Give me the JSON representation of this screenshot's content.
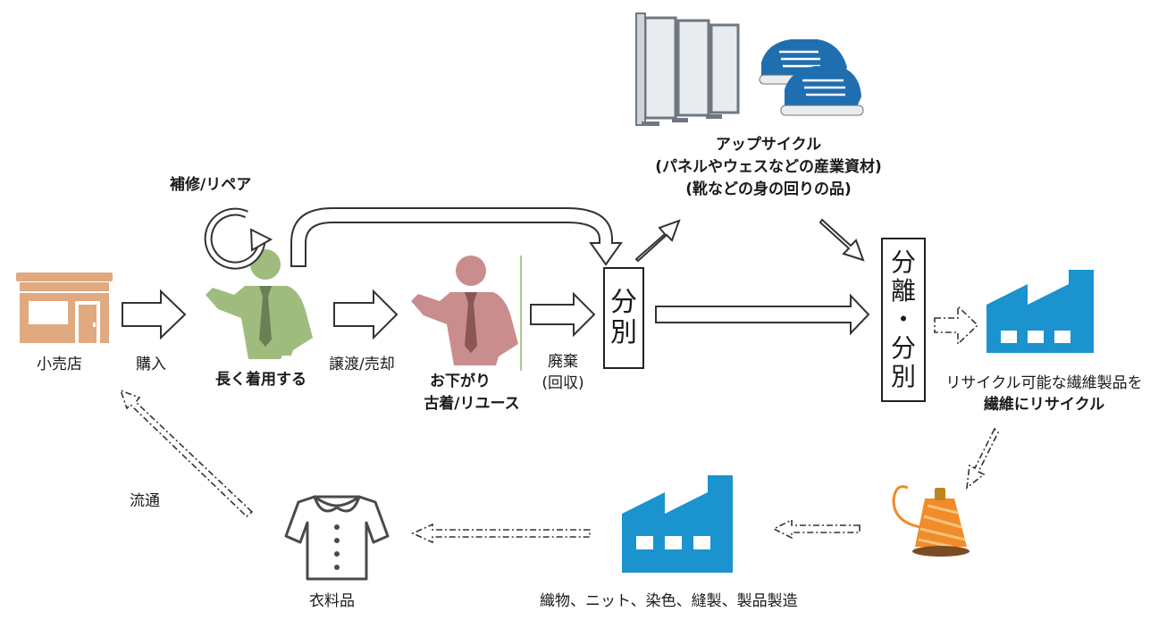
{
  "labels": {
    "shop": "小売店",
    "purchase": "購入",
    "repair": "補修/リペア",
    "wear_long": "長く着用する",
    "transfer": "譲渡/売却",
    "hand_me_down": "お下がり",
    "used_reuse": "古着/リユース",
    "disposal": "廃棄",
    "collection": "(回収)",
    "upcycle_title": "アップサイクル",
    "upcycle_line2": "(パネルやウェスなどの産業資材)",
    "upcycle_line3": "(靴などの身の回りの品)",
    "recyclable_line1": "リサイクル可能な繊維製品を",
    "recyclable_line2": "繊維にリサイクル",
    "distribution": "流通",
    "clothing": "衣料品",
    "manufacturing": "織物、ニット、染色、縫製、製品製造"
  },
  "sort_box": {
    "line1": "分",
    "line2": "別"
  },
  "separate_box": {
    "line1": "分",
    "line2": "離",
    "line3": "・",
    "line4": "分",
    "line5": "別"
  },
  "colors": {
    "shop": "#e0a97f",
    "person_green": "#9fbc7e",
    "person_pink": "#c98d8d",
    "factory_blue": "#1a93cf",
    "yarn_orange": "#f08c2a",
    "shoe_blue": "#1f6fb0"
  },
  "icons": [
    "shop-icon",
    "person-icon",
    "repair-cycle-icon",
    "panel-icon",
    "sneaker-icon",
    "factory-icon",
    "yarn-spool-icon",
    "blouse-icon"
  ]
}
